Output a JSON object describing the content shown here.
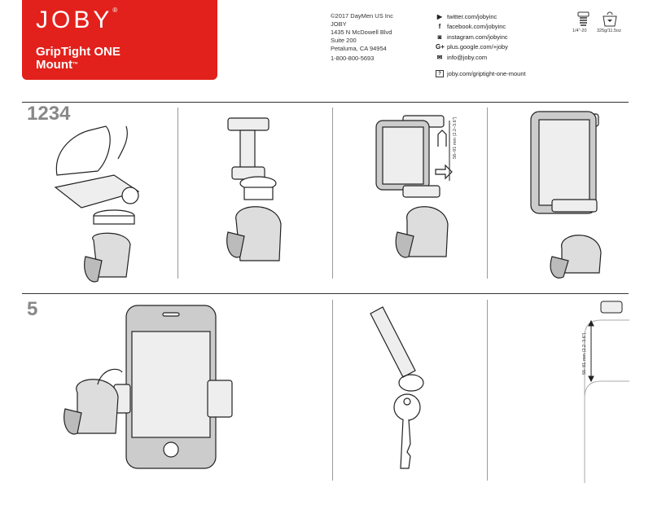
{
  "brand": {
    "logo": "JOBY",
    "registered": "®",
    "title_line1": "GripTight ONE",
    "title_line2": "Mount",
    "trademark": "™",
    "color": "#e2211c"
  },
  "contact": {
    "address": [
      "©2017 DayMen US Inc",
      "JOBY",
      "1435 N McDowell Blvd",
      "Suite 200",
      "Petaluma, CA 94954"
    ],
    "phone": "1-800-800-5693",
    "social": [
      {
        "icon": "twitter-icon",
        "glyph": "🐦",
        "text": "twitter.com/jobyinc"
      },
      {
        "icon": "facebook-icon",
        "glyph": "f",
        "text": "facebook.com/jobyinc"
      },
      {
        "icon": "instagram-icon",
        "glyph": "◙",
        "text": "instagram.com/jobyinc"
      },
      {
        "icon": "google-plus-icon",
        "glyph": "G+",
        "text": "plus.google.com/+joby"
      },
      {
        "icon": "mail-icon",
        "glyph": "✉",
        "text": "info@joby.com"
      }
    ],
    "web": {
      "icon": "help-icon",
      "glyph": "?",
      "text": "joby.com/griptight-one-mount"
    }
  },
  "specs": {
    "thread": "1/4\"-20",
    "weight": "325g/11.5oz"
  },
  "steps": {
    "first": "1234",
    "second": "5"
  },
  "dimension": "56–91 mm (2.2–3.6\")"
}
